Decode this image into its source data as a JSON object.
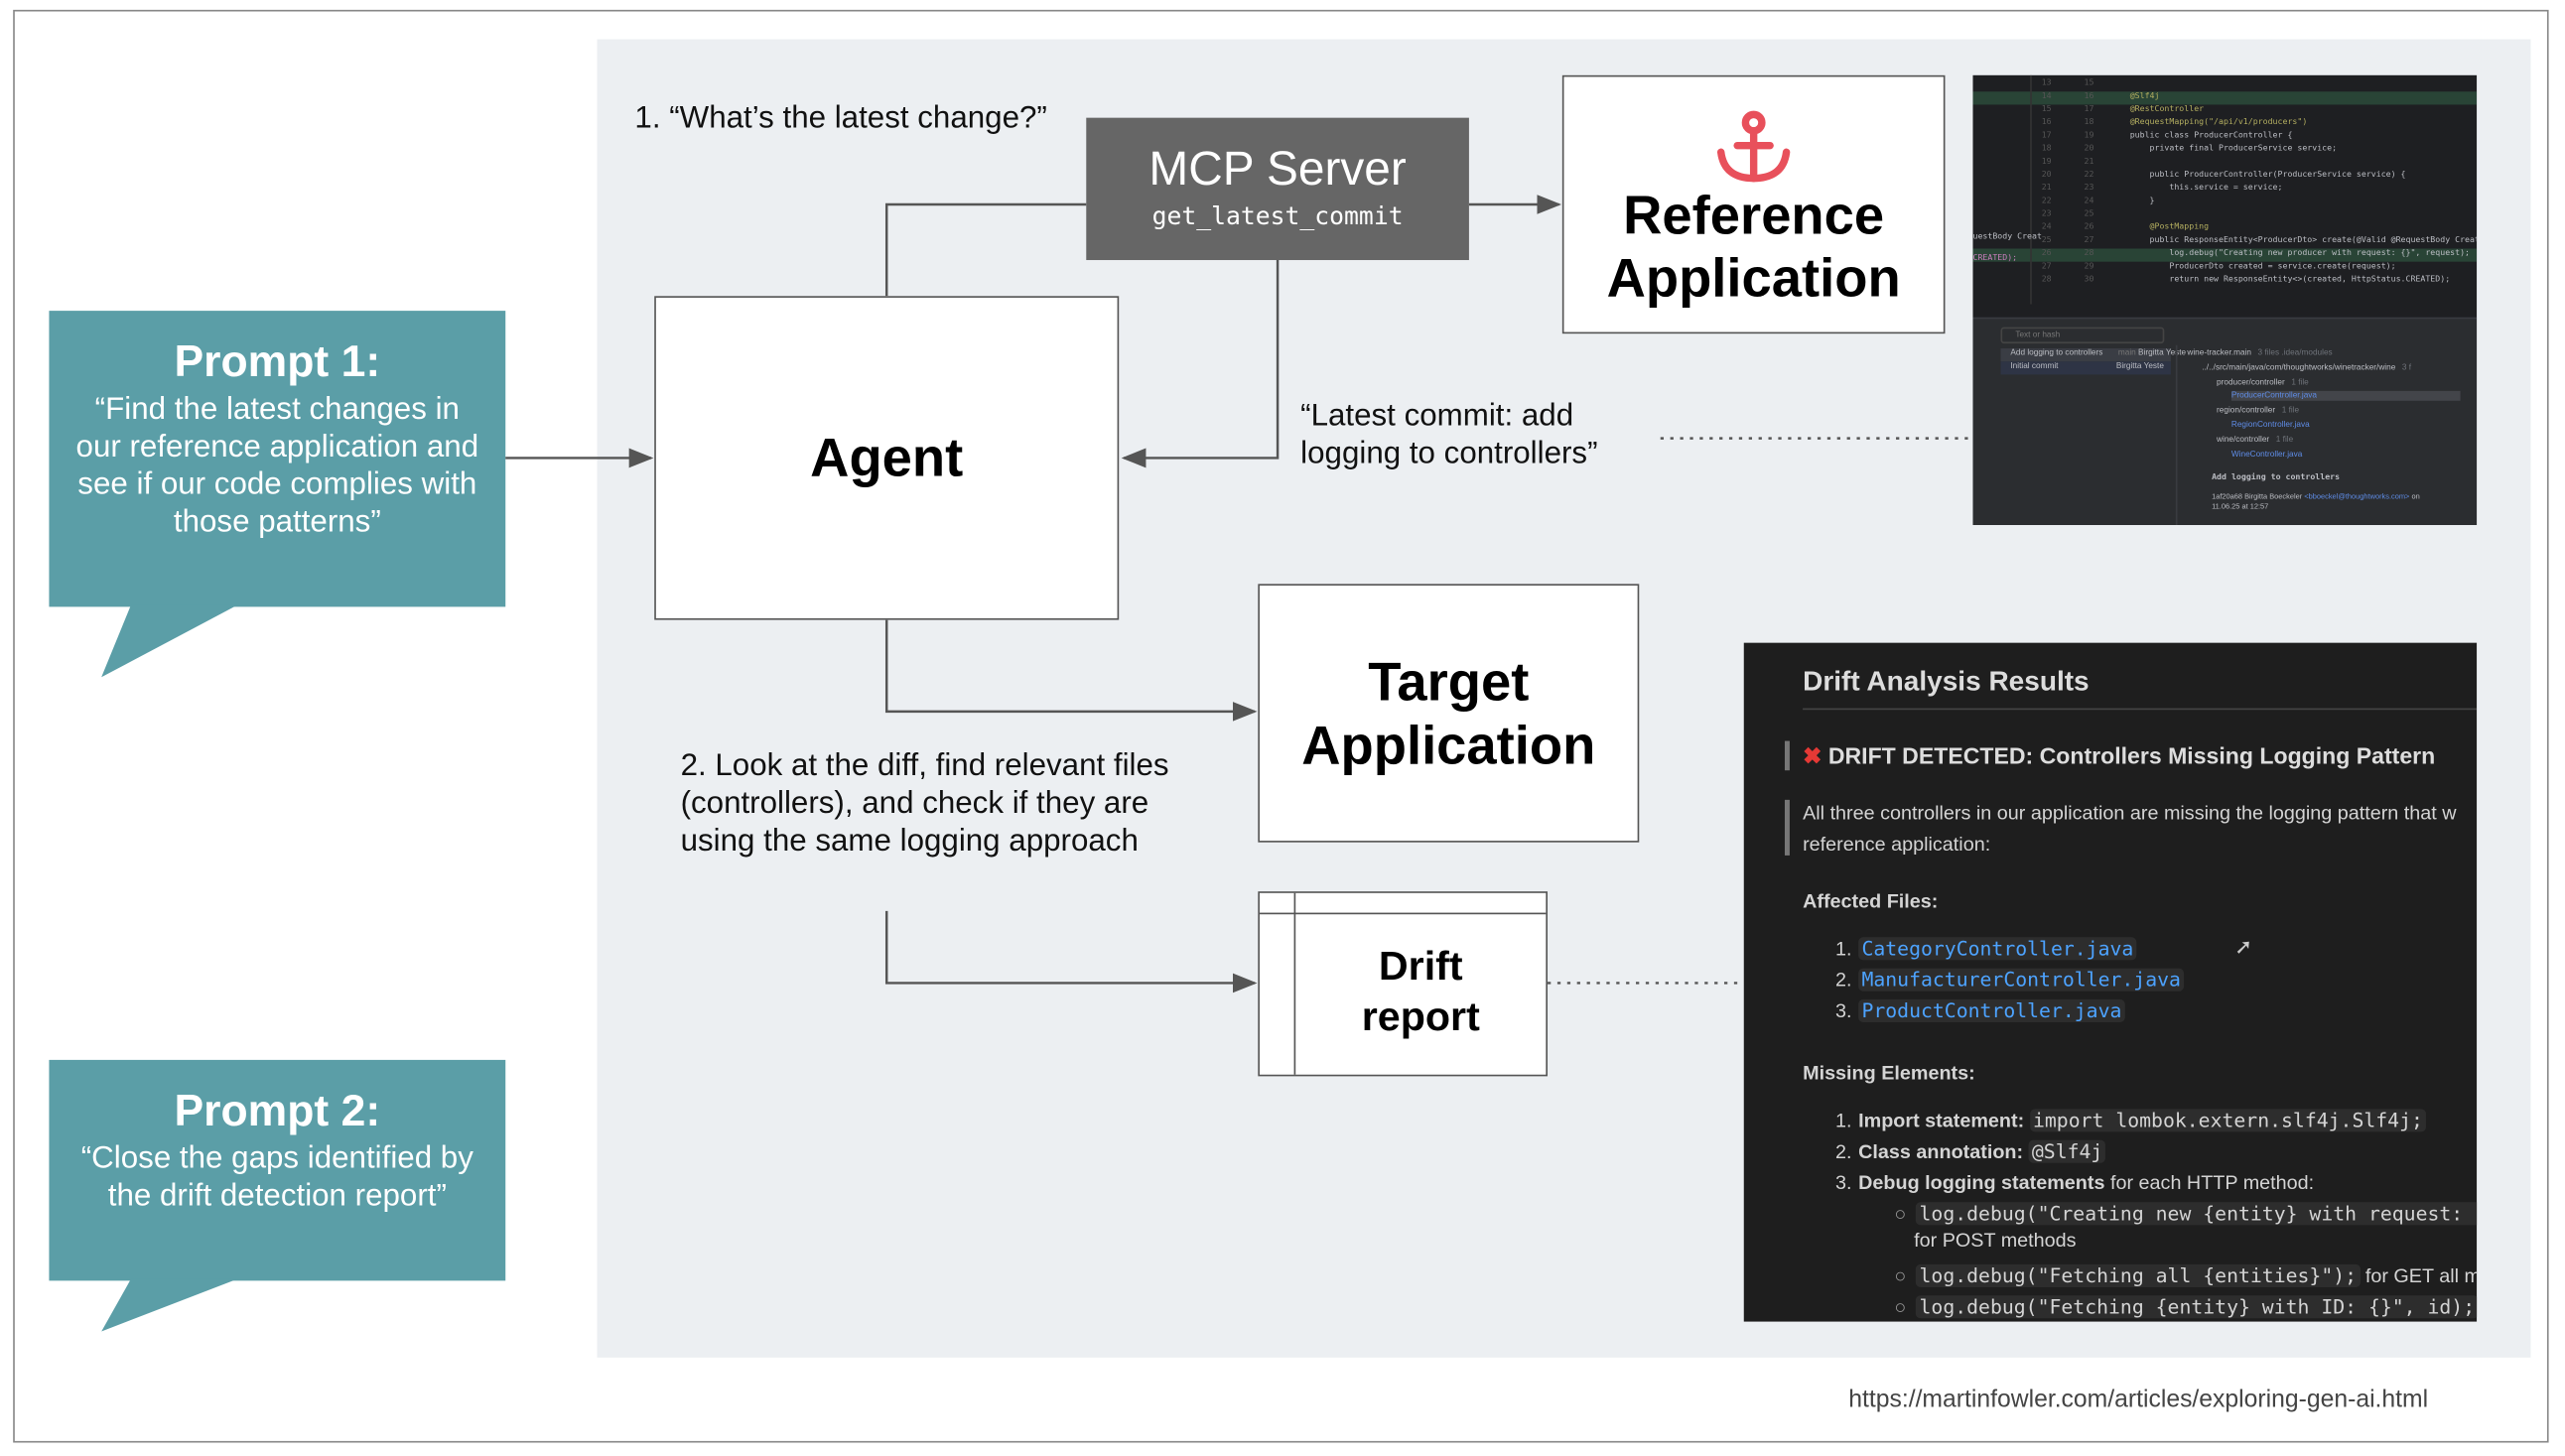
{
  "prompt1": {
    "title": "Prompt 1:",
    "body": "“Find the latest changes in our reference application and see if our code complies with those patterns”"
  },
  "prompt2": {
    "title": "Prompt 2:",
    "body": "“Close the gaps identified by the drift detection report”"
  },
  "step1": "1. “What’s the latest change?”",
  "mcp": {
    "title": "MCP Server",
    "tool": "get_latest_commit"
  },
  "reference_app": {
    "label": "Reference Application",
    "icon": "anchor-icon",
    "icon_color": "#e8505b"
  },
  "agent": "Agent",
  "commit_quote": "“Latest commit: add logging to controllers”",
  "target_app": "Target Application",
  "step2": "2. Look at the diff, find relevant files (controllers), and check if they are using the same logging approach",
  "drift_report": "Drift report",
  "ide": {
    "code_lines": [
      {
        "l": "13",
        "r": "15",
        "code": ""
      },
      {
        "l": "14",
        "r": "16",
        "code": "@Slf4j"
      },
      {
        "l": "15",
        "r": "17",
        "code": "@RestController"
      },
      {
        "l": "16",
        "r": "18",
        "code": "@RequestMapping(\"/api/v1/producers\")"
      },
      {
        "l": "17",
        "r": "19",
        "code": "public class ProducerController {"
      },
      {
        "l": "18",
        "r": "20",
        "code": "    private final ProducerService service;"
      },
      {
        "l": "19",
        "r": "21",
        "code": ""
      },
      {
        "l": "20",
        "r": "22",
        "code": "    public ProducerController(ProducerService service) {"
      },
      {
        "l": "21",
        "r": "23",
        "code": "        this.service = service;"
      },
      {
        "l": "22",
        "r": "24",
        "code": "    }"
      },
      {
        "l": "23",
        "r": "25",
        "code": ""
      },
      {
        "l": "24",
        "r": "26",
        "code": "    @PostMapping"
      },
      {
        "l": "25",
        "r": "27",
        "code": "    public ResponseEntity<ProducerDto> create(@Valid @RequestBody CreateP"
      },
      {
        "l": "26",
        "r": "28",
        "code": "        log.debug(\"Creating new producer with request: {}\", request);"
      },
      {
        "l": "27",
        "r": "29",
        "code": "        ProducerDto created = service.create(request);"
      },
      {
        "l": "28",
        "r": "30",
        "code": "        return new ResponseEntity<>(created, HttpStatus.CREATED);"
      }
    ],
    "left_fragments": [
      "uestBody Creat",
      "CREATED);"
    ],
    "search_placeholder": "Text or hash",
    "commits": [
      {
        "msg": "Add logging to controllers",
        "branch": "main",
        "author": "Birgitta Yeste"
      },
      {
        "msg": "Initial commit",
        "author": "Birgitta Yeste"
      }
    ],
    "tree": [
      {
        "name": "wine-tracker.main",
        "meta": "3 files  .idea/modules",
        "indent": 0
      },
      {
        "name": "../../src/main/java/com/thoughtworks/winetracker/wine",
        "meta": "3 f",
        "indent": 1
      },
      {
        "name": "producer/controller",
        "meta": "1 file",
        "indent": 2
      },
      {
        "name": "ProducerController.java",
        "meta": "",
        "indent": 3,
        "file": true
      },
      {
        "name": "region/controller",
        "meta": "1 file",
        "indent": 2
      },
      {
        "name": "RegionController.java",
        "meta": "",
        "indent": 3,
        "file": true
      },
      {
        "name": "wine/controller",
        "meta": "1 file",
        "indent": 2
      },
      {
        "name": "WineController.java",
        "meta": "",
        "indent": 3,
        "file": true
      }
    ],
    "detail_title": "Add logging to controllers",
    "detail_meta": "1af20a68 Birgitta Boeckeler",
    "detail_email": "<bboeckel@thoughtworks.com>",
    "detail_on": "on",
    "detail_date": "11.06.25 at 12:57"
  },
  "drift": {
    "title": "Drift Analysis Results",
    "alert": "DRIFT DETECTED: Controllers Missing Logging Pattern",
    "alert_icon": "cross-mark-icon",
    "summary": "All three controllers in our application are missing the logging pattern that w reference application:",
    "affected_heading": "Affected Files:",
    "files": [
      "CategoryController.java",
      "ManufacturerController.java",
      "ProductController.java"
    ],
    "missing_heading": "Missing Elements:",
    "missing": [
      {
        "bold": "Import statement:",
        "code": "import lombok.extern.slf4j.Slf4j;"
      },
      {
        "bold": "Class annotation:",
        "code": "@Slf4j"
      },
      {
        "bold": "Debug logging statements",
        "text": " for each HTTP method:"
      }
    ],
    "sub": [
      {
        "code": "log.debug(\"Creating new {entity} with request: {",
        "text": "for POST methods"
      },
      {
        "code": "log.debug(\"Fetching all {entities}\");",
        "text": " for GET all me"
      },
      {
        "code": "log.debug(\"Fetching {entity} with ID: {}\", id);",
        "text": " f"
      }
    ]
  },
  "source_url": "https://martinfowler.com/articles/exploring-gen-ai.html"
}
